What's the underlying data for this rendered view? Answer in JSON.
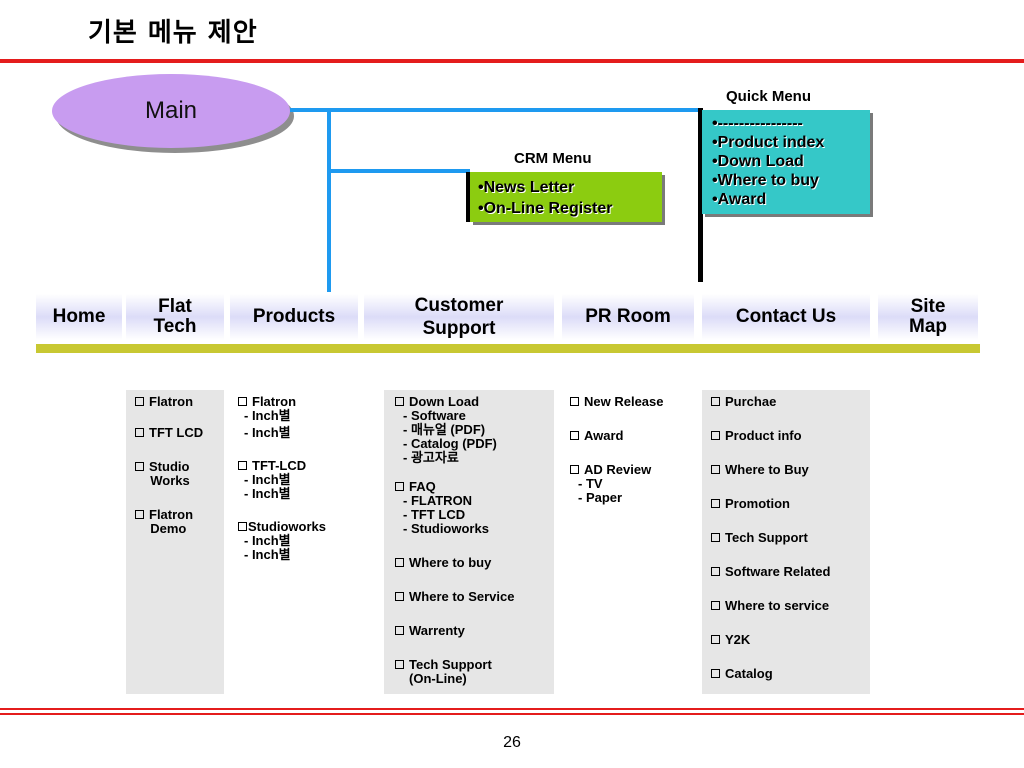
{
  "title": "기본 메뉴 제안",
  "main_label": "Main",
  "crm": {
    "heading": "CRM Menu",
    "items": [
      "•News Letter",
      "•On-Line Register"
    ]
  },
  "quick": {
    "heading": "Quick Menu",
    "items": [
      "•----------------",
      "•Product index",
      "•Down Load",
      "•Where to buy",
      "•Award"
    ]
  },
  "nav": {
    "home": "Home",
    "flat_tech": [
      "Flat",
      "Tech"
    ],
    "products": "Products",
    "customer_support": [
      "Customer",
      "Support"
    ],
    "pr_room": "PR Room",
    "contact_us": "Contact Us",
    "site_map": [
      "Site",
      "Map"
    ]
  },
  "columns": {
    "flat_tech": [
      {
        "label": "Flatron",
        "sub": []
      },
      {
        "label": "TFT LCD",
        "sub": []
      },
      {
        "label": "Studio",
        "sub": [
          "  Works"
        ]
      },
      {
        "label": "Flatron",
        "sub": [
          "  Demo"
        ]
      }
    ],
    "products": [
      {
        "label": "Flatron",
        "sub": [
          "- Inch별",
          "",
          "- Inch별"
        ]
      },
      {
        "label": "TFT-LCD",
        "sub": [
          "- Inch별",
          "- Inch별"
        ]
      },
      {
        "label": "Studioworks",
        "sub": [
          "- Inch별",
          "- Inch별"
        ]
      }
    ],
    "customer_support": [
      {
        "label": "Down Load",
        "sub": [
          "- Software",
          "- 매뉴얼 (PDF)",
          "- Catalog (PDF)",
          "- 광고자료"
        ]
      },
      {
        "label": "FAQ",
        "sub": [
          "- FLATRON",
          "- TFT LCD",
          "- Studioworks"
        ]
      },
      {
        "label": "Where to buy",
        "sub": []
      },
      {
        "label": "Where to Service",
        "sub": []
      },
      {
        "label": "Warrenty",
        "sub": []
      },
      {
        "label": "Tech Support",
        "sub": [
          "(On-Line)"
        ]
      }
    ],
    "pr_room": [
      {
        "label": "New Release",
        "sub": []
      },
      {
        "label": "Award",
        "sub": []
      },
      {
        "label": "AD Review",
        "sub": [
          "- TV",
          "- Paper"
        ]
      }
    ],
    "contact_us": [
      {
        "label": "Purchae",
        "sub": []
      },
      {
        "label": "Product info",
        "sub": []
      },
      {
        "label": "Where to Buy",
        "sub": []
      },
      {
        "label": "Promotion",
        "sub": []
      },
      {
        "label": "Tech Support",
        "sub": []
      },
      {
        "label": "Software Related",
        "sub": []
      },
      {
        "label": "Where to service",
        "sub": []
      },
      {
        "label": "Y2K",
        "sub": []
      },
      {
        "label": "Catalog",
        "sub": []
      }
    ]
  },
  "page_number": "26",
  "colors": {
    "red_rule": "#e41c1c",
    "connector_blue": "#1e9af0",
    "main_oval": "#c89cf0",
    "crm_box": "#8ccc10",
    "quick_box": "#35c8c8",
    "nav_tint": "#dcdcf8",
    "olive_bar": "#c8c832",
    "column_bg": "#e6e6e6"
  }
}
